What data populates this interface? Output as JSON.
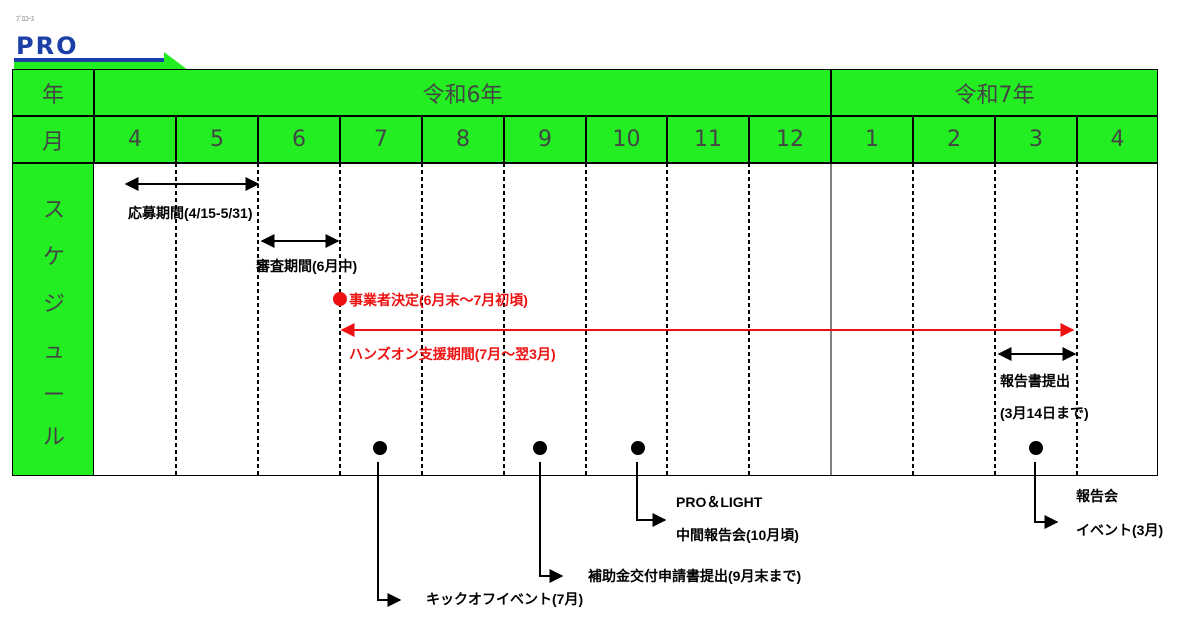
{
  "logo": {
    "small": "ﾌﾟﾛｺｰｽ",
    "text": "PRO"
  },
  "header": {
    "year_label": "年",
    "month_label": "月",
    "years": [
      "令和6年",
      "令和7年"
    ],
    "months": [
      "4",
      "5",
      "6",
      "7",
      "8",
      "9",
      "10",
      "11",
      "12",
      "1",
      "2",
      "3",
      "4"
    ]
  },
  "schedule_label": [
    "ス",
    "ケ",
    "ジ",
    "ュ",
    "ー",
    "ル"
  ],
  "periods": {
    "application": "応募期間(4/15-5/31)",
    "review": "審査期間(6月中)",
    "decision": "事業者決定(6月末～7月初頃)",
    "handson": "ハンズオン支援期間(7月～翌3月)",
    "report_line1": "報告書提出",
    "report_line2": "(3月14日まで)"
  },
  "events": {
    "kickoff": "キックオフイベント(7月)",
    "subsidy": "補助金交付申請書提出(9月末まで)",
    "midterm_line1": "PRO＆LIGHT",
    "midterm_line2": "中間報告会(10月頃)",
    "final_line1": "報告会",
    "final_line2": "イベント(3月)"
  },
  "colors": {
    "header_green": "#22ee22",
    "accent_red": "#ee1111",
    "logo_blue": "#1c3fa8"
  }
}
